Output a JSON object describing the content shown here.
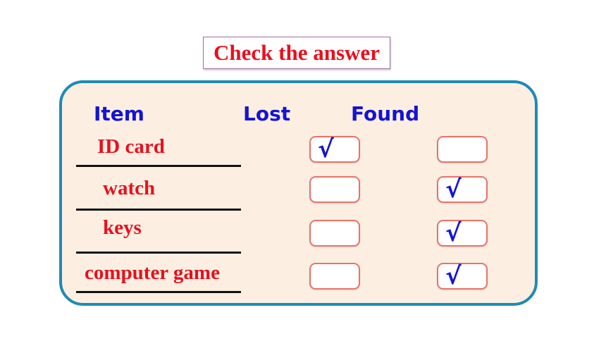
{
  "title": "Check the answer",
  "headers": {
    "item": "Item",
    "lost": "Lost",
    "found": "Found"
  },
  "rows": [
    {
      "item": "ID card",
      "lost_checked": true,
      "found_checked": false
    },
    {
      "item": "watch",
      "lost_checked": false,
      "found_checked": true
    },
    {
      "item": "keys",
      "lost_checked": false,
      "found_checked": true
    },
    {
      "item": "computer game",
      "lost_checked": false,
      "found_checked": true
    }
  ],
  "check_symbol": "√",
  "colors": {
    "title": "#e8101e",
    "header": "#1414d2",
    "item": "#e8101e",
    "check": "#1414d2",
    "panel_border": "#1e8ab4",
    "panel_fill": "#fcefe2",
    "box_border": "#e8736a"
  }
}
